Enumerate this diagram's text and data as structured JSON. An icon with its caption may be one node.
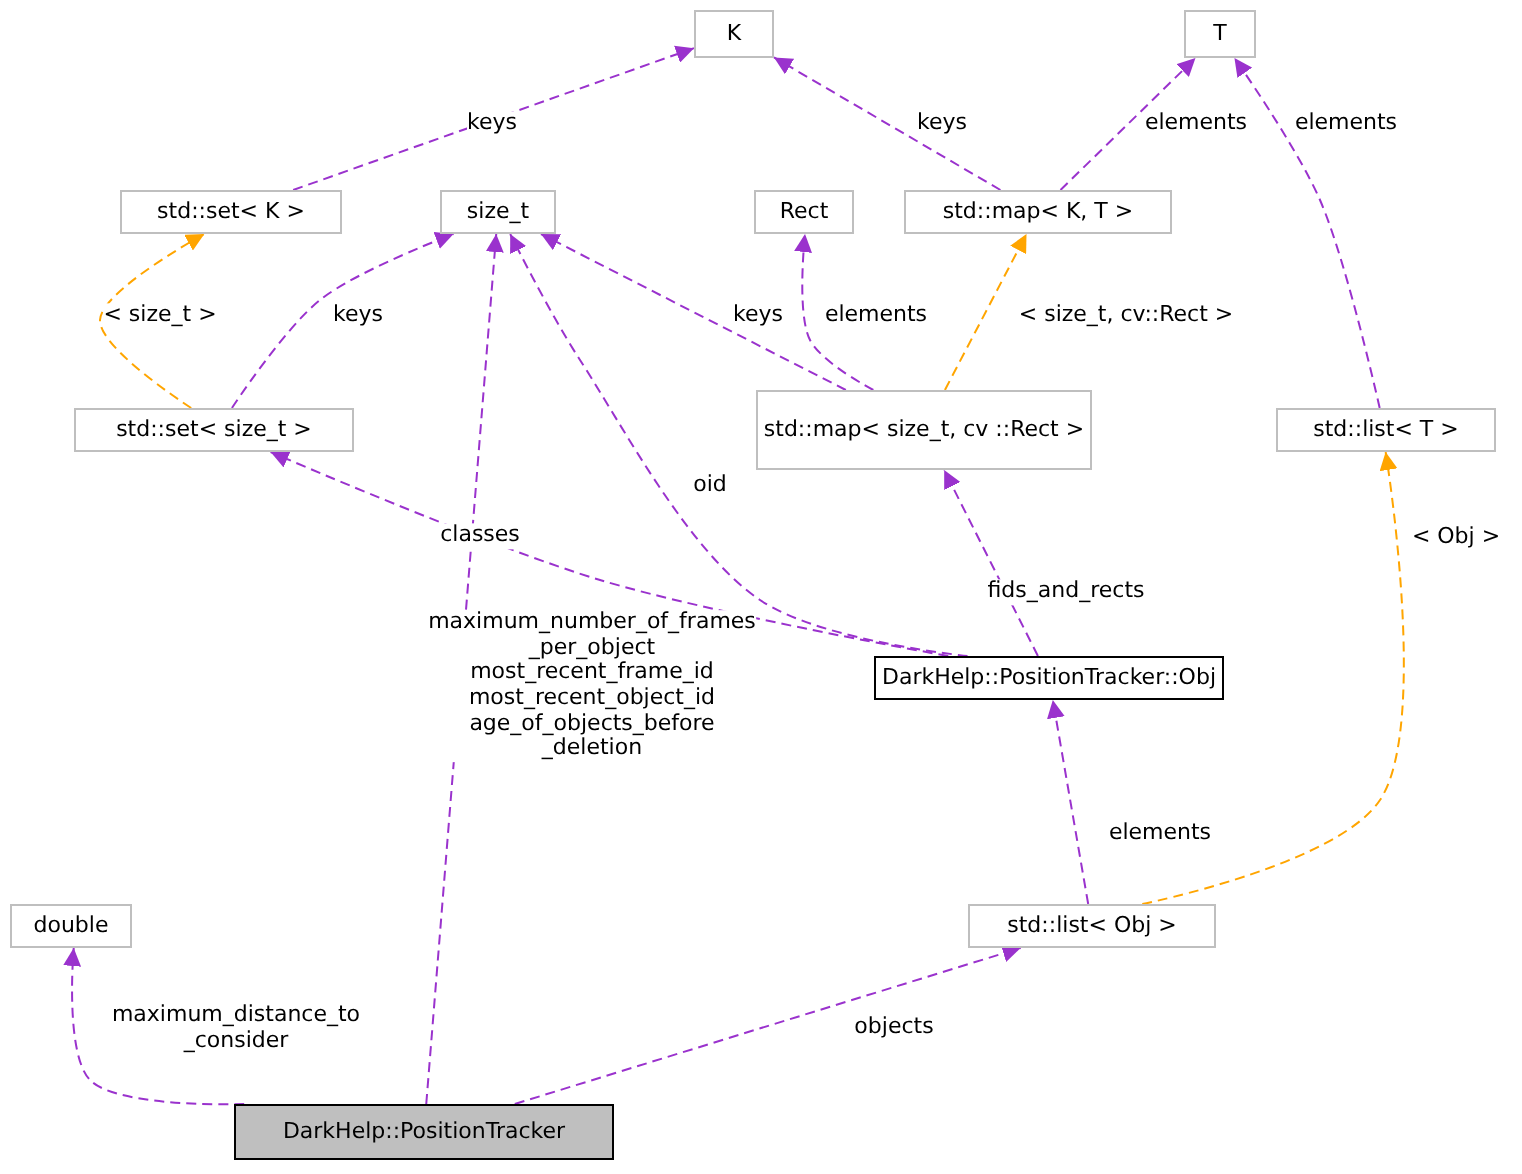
{
  "diagram": {
    "nodes": [
      {
        "text": [
          "K"
        ]
      },
      {
        "text": [
          "T"
        ]
      },
      {
        "text": [
          "std::set< K >"
        ]
      },
      {
        "text": [
          "size_t"
        ]
      },
      {
        "text": [
          "Rect"
        ]
      },
      {
        "text": [
          "std::map< K, T >"
        ]
      },
      {
        "text": [
          "std::set< size_t >"
        ]
      },
      {
        "text": [
          "std::map< size_t, cv ::Rect >"
        ]
      },
      {
        "text": [
          "std::list< T >"
        ]
      },
      {
        "text": [
          "DarkHelp::PositionTracker::Obj"
        ]
      },
      {
        "text": [
          "double"
        ]
      },
      {
        "text": [
          "std::list< Obj >"
        ]
      },
      {
        "text": [
          "DarkHelp::PositionTracker"
        ]
      }
    ],
    "edges": [
      {
        "from": 12,
        "to": 3,
        "arrow": "to",
        "style": "dashed",
        "label": "maximum_number_of_frames _per_object most_recent_frame_id most_recent_object_id age_of_objects_before _deletion"
      },
      {
        "from": 12,
        "to": 10,
        "arrow": "to",
        "style": "dashed",
        "label": "maximum_distance_to _consider"
      },
      {
        "from": 12,
        "to": 11,
        "arrow": "to",
        "style": "dashed",
        "label": "objects"
      },
      {
        "from": 11,
        "to": 9,
        "arrow": "to",
        "style": "dashed",
        "label": "elements"
      },
      {
        "from": 9,
        "to": 7,
        "arrow": "to",
        "style": "dashed",
        "label": "fids_and_rects"
      },
      {
        "from": 9,
        "to": 3,
        "arrow": "to",
        "style": "dashed",
        "label": "oid"
      },
      {
        "from": 9,
        "to": 6,
        "arrow": "to",
        "style": "dashed",
        "label": "classes"
      },
      {
        "from": 7,
        "to": 3,
        "arrow": "to",
        "style": "dashed",
        "label": "keys"
      },
      {
        "from": 7,
        "to": 4,
        "arrow": "to",
        "style": "dashed",
        "label": "elements"
      },
      {
        "from": 6,
        "to": 3,
        "arrow": "to",
        "style": "dashed",
        "label": "keys"
      },
      {
        "from": 2,
        "to": 0,
        "arrow": "to",
        "style": "dashed",
        "label": "keys"
      },
      {
        "from": 5,
        "to": 0,
        "arrow": "to",
        "style": "dashed",
        "label": "keys"
      },
      {
        "from": 5,
        "to": 1,
        "arrow": "to",
        "style": "dashed",
        "label": "elements"
      },
      {
        "from": 8,
        "to": 1,
        "arrow": "to",
        "style": "dashed",
        "label": "elements"
      },
      {
        "from": 6,
        "to": 2,
        "arrow": "to",
        "style": "dashed",
        "color": "#ffa500",
        "label": "< size_t >"
      },
      {
        "from": 7,
        "to": 5,
        "arrow": "to",
        "style": "dashed",
        "color": "#ffa500",
        "label": "< size_t, cv::Rect >"
      },
      {
        "from": 11,
        "to": 8,
        "arrow": "to",
        "style": "dashed",
        "color": "#ffa500",
        "label": "< Obj >"
      }
    ]
  }
}
